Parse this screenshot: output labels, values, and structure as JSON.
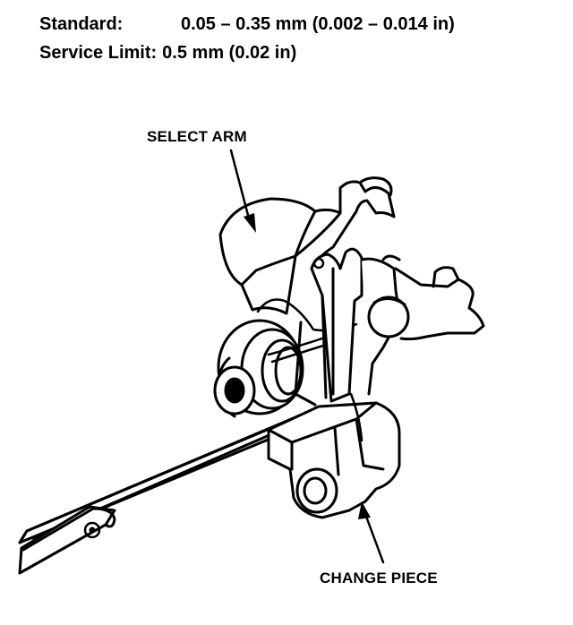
{
  "specifications": {
    "standard_label": "Standard:",
    "standard_value": "0.05 – 0.35 mm (0.002 – 0.014 in)",
    "service_limit_label": "Service Limit:",
    "service_limit_value": "0.5 mm (0.02 in)"
  },
  "callouts": {
    "select_arm": "SELECT ARM",
    "change_piece": "CHANGE PIECE"
  }
}
